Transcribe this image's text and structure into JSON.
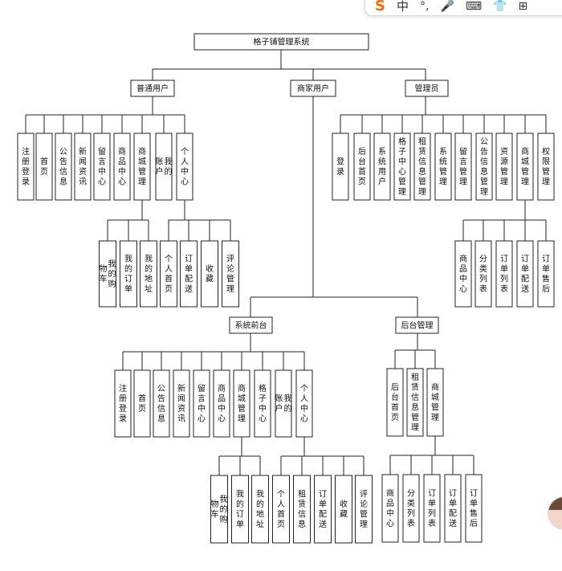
{
  "diagram": {
    "root": "格子铺管理系统",
    "roles": {
      "user": "普通用户",
      "merchant": "商家用户",
      "admin": "管理员"
    },
    "user_modules": [
      "注册登录",
      "首页",
      "公告信息",
      "新闻资讯",
      "留言中心",
      "商品中心",
      "商城管理",
      "我的账户",
      "个人中心"
    ],
    "user_mall_children": [
      "我的购物车",
      "我的订单",
      "我的地址"
    ],
    "user_personal_children": [
      "个人首页",
      "订单配送",
      "收藏",
      "评论管理"
    ],
    "admin_modules": [
      "登录",
      "后台首页",
      "系统用户",
      "格子中心管理",
      "租赁信息管理",
      "系统管理",
      "留言管理",
      "公告信息管理",
      "资源管理",
      "商城管理",
      "权限管理"
    ],
    "admin_mall_children": [
      "商品中心",
      "分类列表",
      "订单列表",
      "订单配送",
      "订单售后"
    ],
    "merchant_front": {
      "label": "系统前台",
      "modules": [
        "注册登录",
        "首页",
        "公告信息",
        "新闻资讯",
        "留言中心",
        "商品中心",
        "商城管理",
        "格子中心",
        "我的账户",
        "个人中心"
      ],
      "mall_children": [
        "我的购物车",
        "我的订单",
        "我的地址"
      ],
      "personal_children": [
        "个人首页",
        "租赁信息",
        "订单配送",
        "收藏",
        "评论管理"
      ]
    },
    "merchant_back": {
      "label": "后台管理",
      "modules": [
        "后台首页",
        "租赁信息管理",
        "商城管理"
      ],
      "mall_children": [
        "商品中心",
        "分类列表",
        "订单列表",
        "订单配送",
        "订单售后"
      ]
    }
  },
  "ime_toolbar": {
    "logo": "S",
    "lang": "中",
    "icons": [
      "punctuation-icon",
      "microphone-icon",
      "keyboard-icon",
      "skin-icon",
      "apps-icon",
      "emoji-icon"
    ]
  }
}
